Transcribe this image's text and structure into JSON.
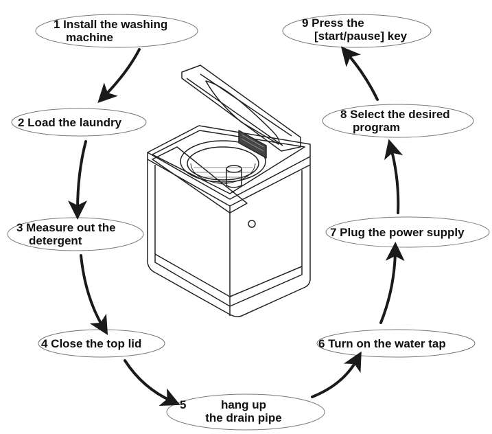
{
  "steps": [
    {
      "number": "1",
      "lines": [
        "1 Install the washing",
        "machine"
      ]
    },
    {
      "number": "2",
      "lines": [
        "2 Load the laundry"
      ]
    },
    {
      "number": "3",
      "lines": [
        "3 Measure out the",
        "detergent"
      ]
    },
    {
      "number": "4",
      "lines": [
        "4 Close the top lid"
      ]
    },
    {
      "number": "5",
      "lines": [
        "5",
        "hang up",
        "the drain pipe"
      ]
    },
    {
      "number": "6",
      "lines": [
        "6 Turn on the water tap"
      ]
    },
    {
      "number": "7",
      "lines": [
        "7 Plug the power supply"
      ]
    },
    {
      "number": "8",
      "lines": [
        "8 Select the desired",
        "program"
      ]
    },
    {
      "number": "9",
      "lines": [
        "9 Press the",
        "[start/pause] key"
      ]
    }
  ],
  "colors": {
    "text": "#111111",
    "arrow": "#1a1a1a",
    "outline": "#555555",
    "illustration": "#222222"
  },
  "illustration": {
    "icon": "top-loading-washing-machine-icon"
  }
}
